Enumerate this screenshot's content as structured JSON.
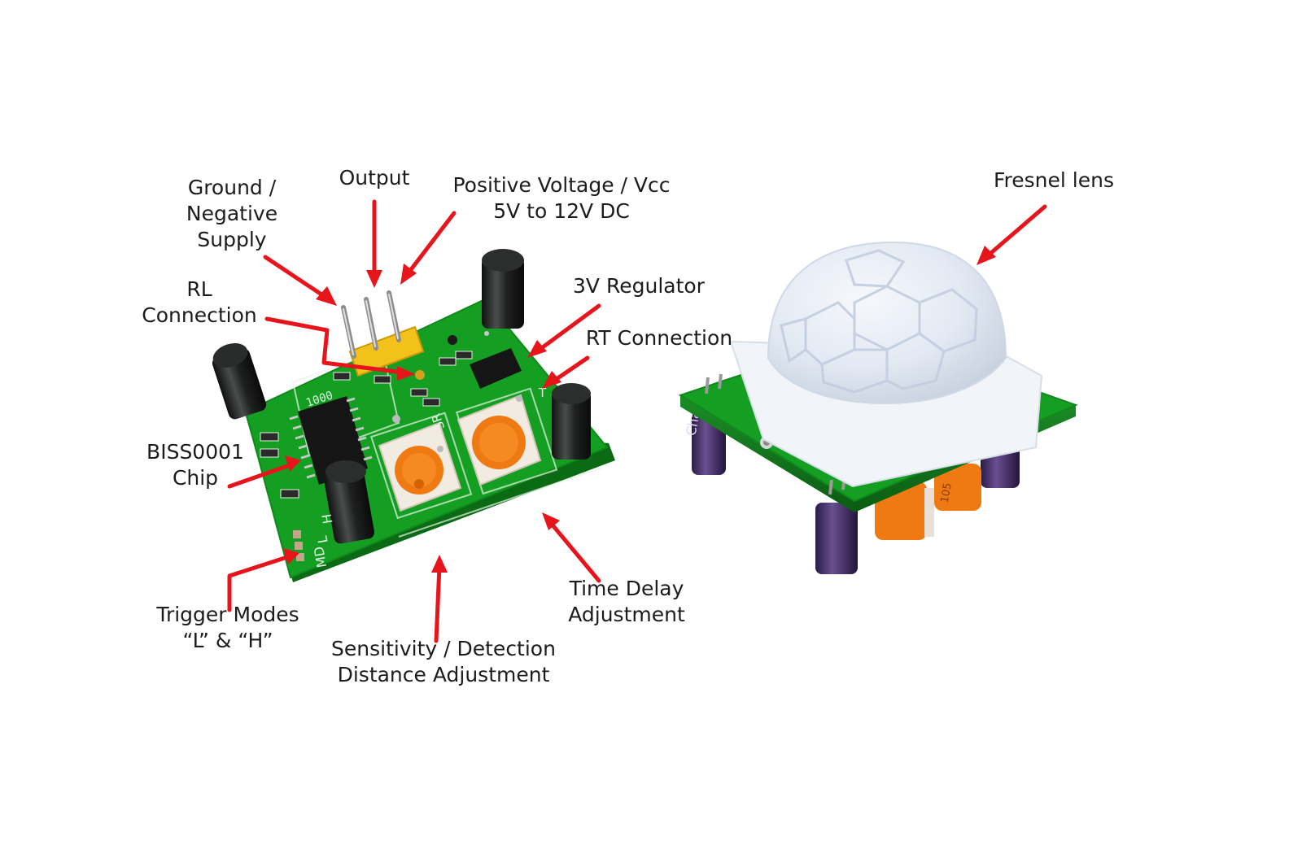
{
  "labels": {
    "ground": {
      "line1": "Ground /",
      "line2": "Negative",
      "line3": "Supply"
    },
    "output": {
      "line1": "Output"
    },
    "vcc": {
      "line1": "Positive Voltage / Vcc",
      "line2": "5V to 12V DC"
    },
    "rl": {
      "line1": "RL",
      "line2": "Connection"
    },
    "regulator": {
      "line1": "3V Regulator"
    },
    "rt": {
      "line1": "RT Connection"
    },
    "biss": {
      "line1": "BISS0001",
      "line2": "Chip"
    },
    "trigger": {
      "line1": "Trigger Modes",
      "line2": "“L” & “H”"
    },
    "sensitivity": {
      "line1": "Sensitivity / Detection",
      "line2": "Distance Adjustment"
    },
    "time_delay": {
      "line1": "Time Delay",
      "line2": "Adjustment"
    },
    "fresnel": {
      "line1": "Fresnel lens"
    }
  },
  "board_silkscreen": {
    "chip_text": "1000",
    "mode_h": "H",
    "mode_l": "L",
    "mode_md": "MD",
    "pot_label_sr": "SR",
    "pot_label_t": "T",
    "cap_brand": "Chang",
    "pot_text": "105"
  },
  "colors": {
    "arrow": "#e8141c",
    "pcb": "#139d21",
    "header": "#f2c21b",
    "pot": "#f07a12",
    "lens": "#eef2f8",
    "label_text": "#1c1c1c"
  }
}
